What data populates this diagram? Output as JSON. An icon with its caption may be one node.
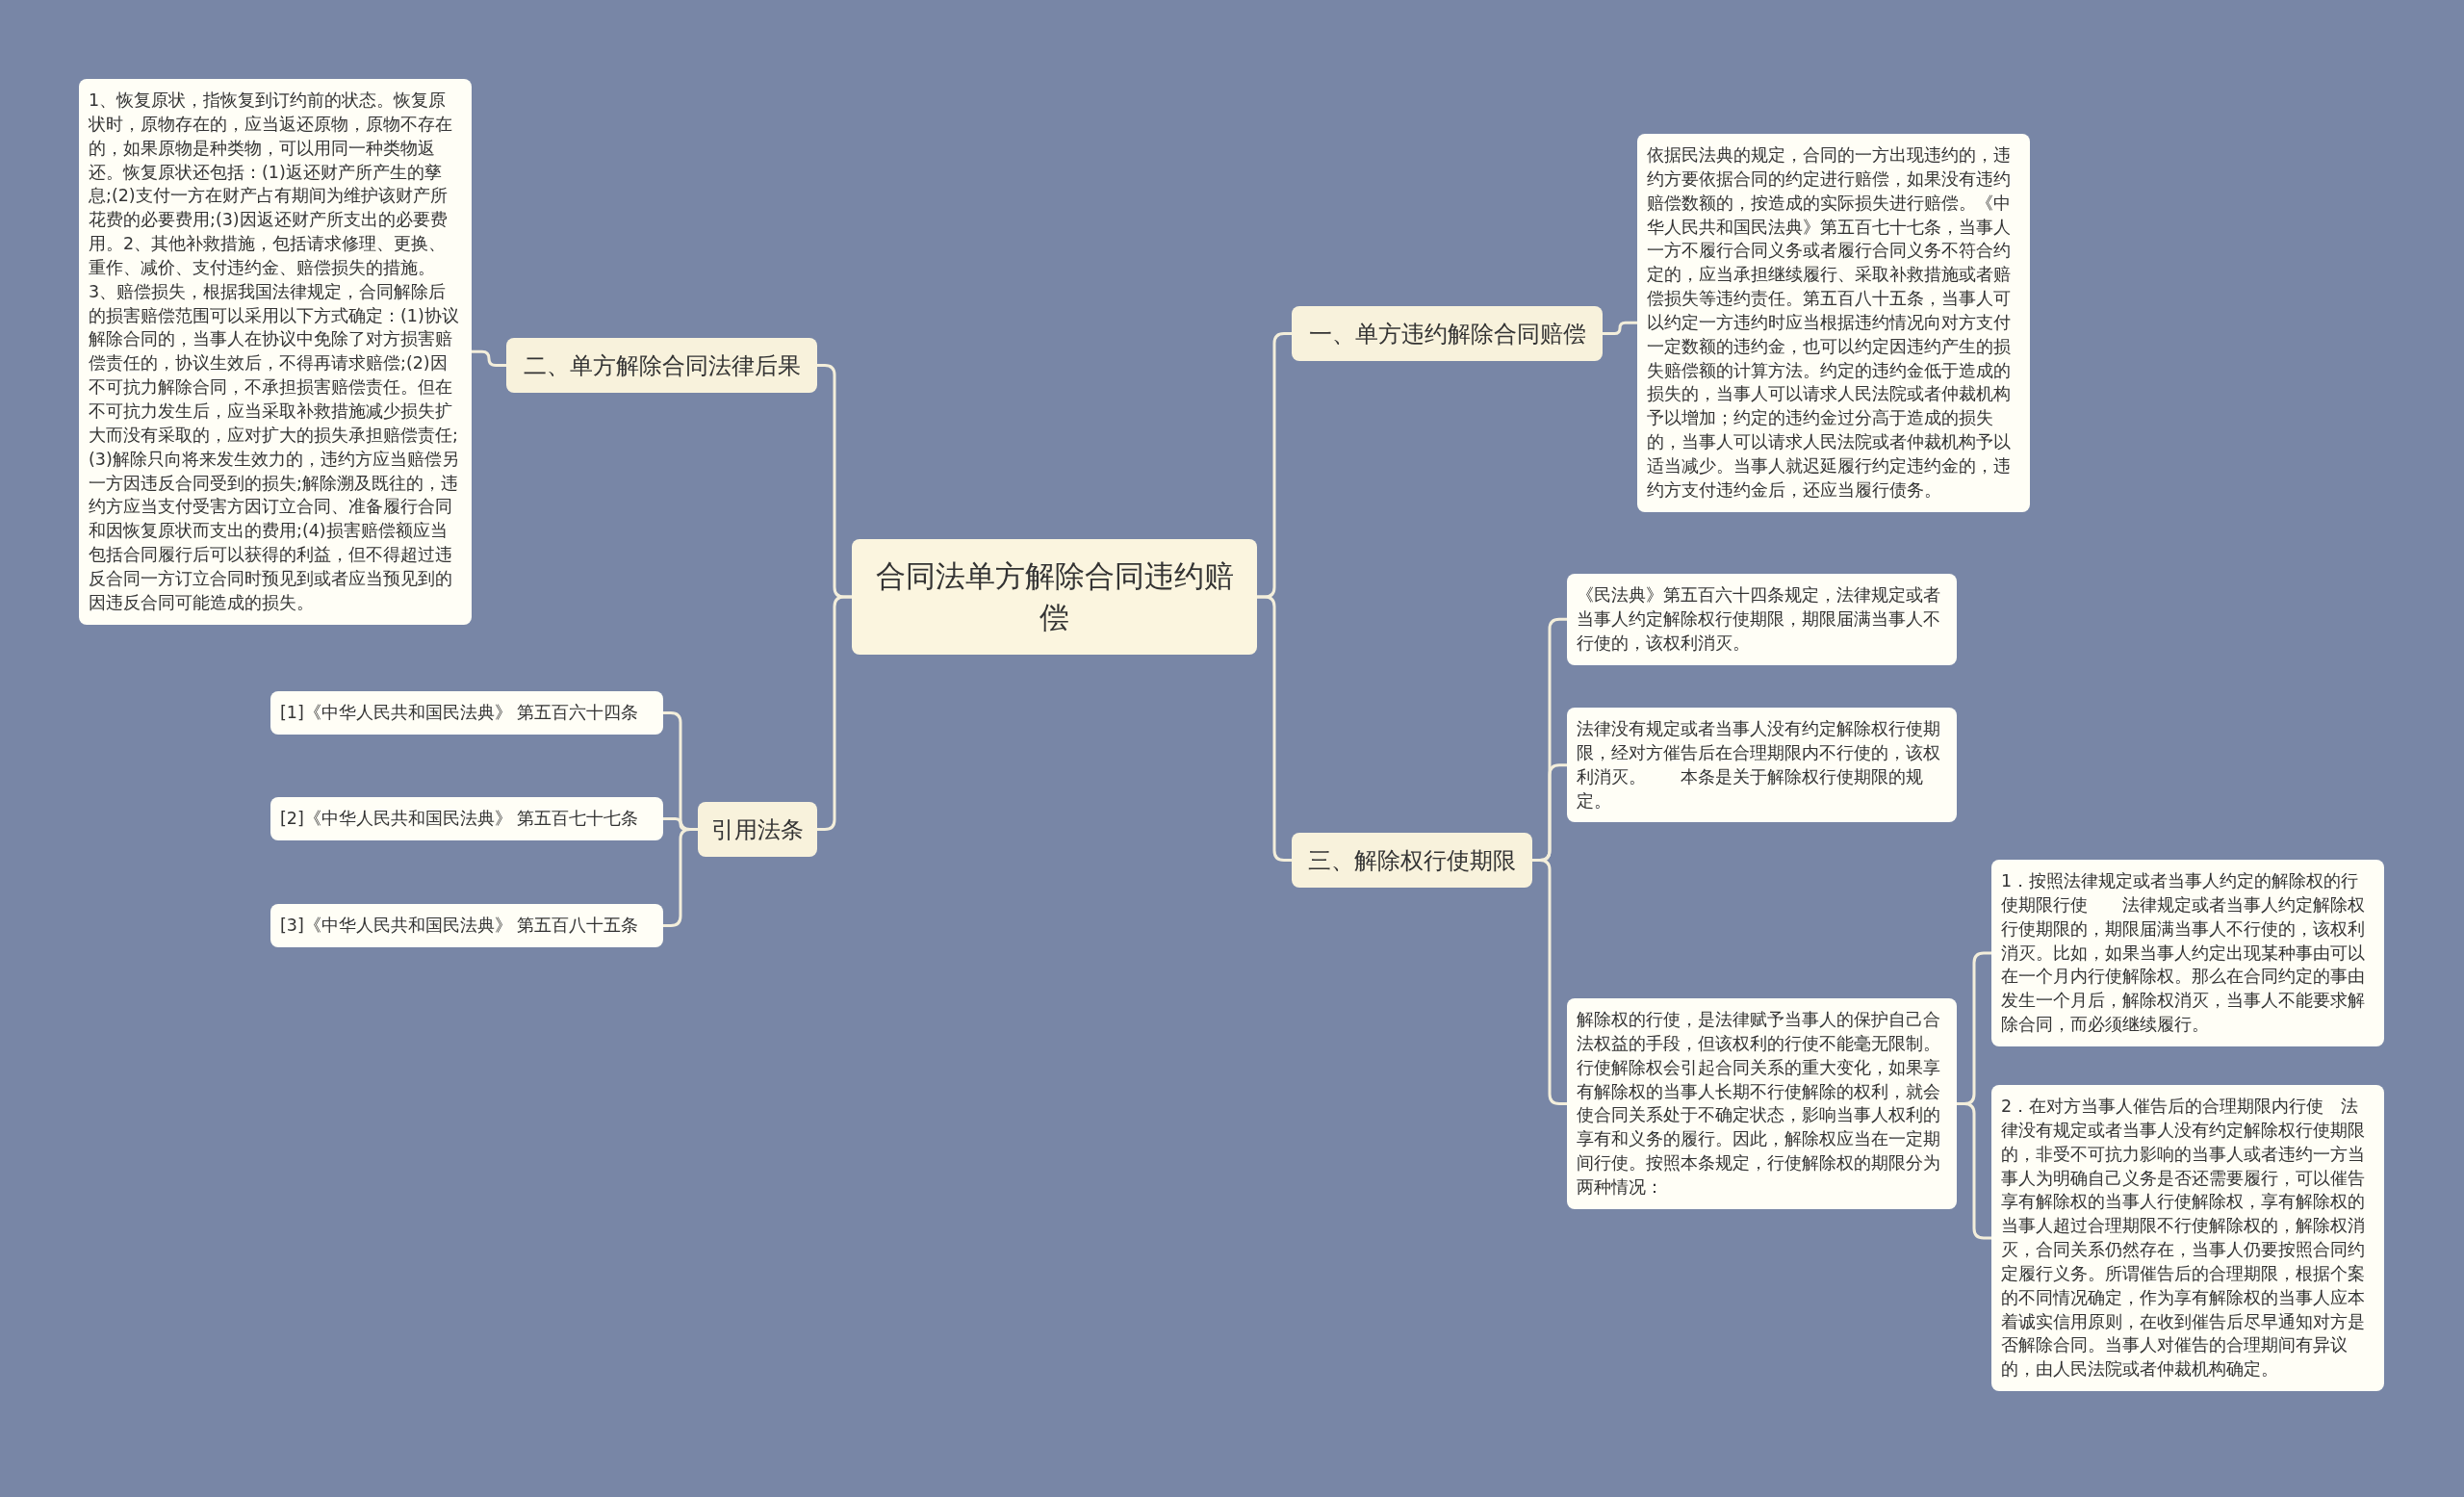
{
  "diagram": {
    "nodes": [
      {
        "text": [
          "合同法单方解除合同违约赔偿"
        ]
      },
      {
        "text": [
          "一、单方违约解除合同赔偿"
        ]
      },
      {
        "text": [
          "依据民法典的规定，合同的一方出现违约的，违约方要依据合同的约定进行赔偿，如果没有违约赔偿数额的，按造成的实际损失进行赔偿。《中华人民共和国民法典》第五百七十七条，当事人一方不履行合同义务或者履行合同义务不符合约定的，应当承担继续履行、采取补救措施或者赔偿损失等违约责任。第五百八十五条，当事人可以约定一方违约时应当根据违约情况向对方支付一定数额的违约金，也可以约定因违约产生的损失赔偿额的计算方法。约定的违约金低于造成的损失的，当事人可以请求人民法院或者仲裁机构予以增加；约定的违约金过分高于造成的损失的，当事人可以请求人民法院或者仲裁机构予以适当减少。当事人就迟延履行约定违约金的，违约方支付违约金后，还应当履行债务。"
        ]
      },
      {
        "text": [
          "二、单方解除合同法律后果"
        ]
      },
      {
        "text": [
          "1、恢复原状，指恢复到订约前的状态。恢复原状时，原物存在的，应当返还原物，原物不存在的，如果原物是种类物，可以用同一种类物返还。恢复原状还包括：(1)返还财产所产生的孳息;(2)支付一方在财产占有期间为维护该财产所花费的必要费用;(3)因返还财产所支出的必要费用。2、其他补救措施，包括请求修理、更换、重作、减价、支付违约金、赔偿损失的措施。3、赔偿损失，根据我国法律规定，合同解除后的损害赔偿范围可以采用以下方式确定：(1)协议解除合同的，当事人在协议中免除了对方损害赔偿责任的，协议生效后，不得再请求赔偿;(2)因不可抗力解除合同，不承担损害赔偿责任。但在不可抗力发生后，应当采取补救措施减少损失扩大而没有采取的，应对扩大的损失承担赔偿责任;(3)解除只向将来发生效力的，违约方应当赔偿另一方因违反合同受到的损失;解除溯及既往的，违约方应当支付受害方因订立合同、准备履行合同和因恢复原状而支出的费用;(4)损害赔偿额应当包括合同履行后可以获得的利益，但不得超过违反合同一方订立合同时预见到或者应当预见到的因违反合同可能造成的损失。"
        ]
      },
      {
        "text": [
          "引用法条"
        ]
      },
      {
        "text": [
          "[1]《中华人民共和国民法典》 第五百六十四条"
        ]
      },
      {
        "text": [
          "[2]《中华人民共和国民法典》 第五百七十七条"
        ]
      },
      {
        "text": [
          "[3]《中华人民共和国民法典》 第五百八十五条"
        ]
      },
      {
        "text": [
          "三、解除权行使期限"
        ]
      },
      {
        "text": [
          "《民法典》第五百六十四条规定，法律规定或者当事人约定解除权行使期限，期限届满当事人不行使的，该权利消灭。"
        ]
      },
      {
        "text": [
          "法律没有规定或者当事人没有约定解除权行使期限，经对方催告后在合理期限内不行使的，该权利消灭。　　本条是关于解除权行使期限的规定。"
        ]
      },
      {
        "text": [
          "解除权的行使，是法律赋予当事人的保护自己合法权益的手段，但该权利的行使不能毫无限制。行使解除权会引起合同关系的重大变化，如果享有解除权的当事人长期不行使解除的权利，就会使合同关系处于不确定状态，影响当事人权利的享有和义务的履行。因此，解除权应当在一定期间行使。按照本条规定，行使解除权的期限分为两种情况："
        ]
      },
      {
        "text": [
          "1．按照法律规定或者当事人约定的解除权的行使期限行使　　法律规定或者当事人约定解除权行使期限的，期限届满当事人不行使的，该权利消灭。比如，如果当事人约定出现某种事由可以在一个月内行使解除权。那么在合同约定的事由发生一个月后，解除权消灭，当事人不能要求解除合同，而必须继续履行。"
        ]
      },
      {
        "text": [
          "2．在对方当事人催告后的合理期限内行使　法律没有规定或者当事人没有约定解除权行使期限的，非受不可抗力影响的当事人或者违约一方当事人为明确自己义务是否还需要履行，可以催告享有解除权的当事人行使解除权，享有解除权的当事人超过合理期限不行使解除权的，解除权消灭，合同关系仍然存在，当事人仍要按照合同约定履行义务。所谓催告后的合理期限，根据个案的不同情况确定，作为享有解除权的当事人应本着诚实信用原则，在收到催告后尽早通知对方是否解除合同。当事人对催告的合理期间有异议的，由人民法院或者仲裁机构确定。"
        ]
      }
    ],
    "edges": [
      {
        "from": 0,
        "to": 1,
        "arrow": "none"
      },
      {
        "from": 1,
        "to": 2,
        "arrow": "none"
      },
      {
        "from": 0,
        "to": 3,
        "arrow": "none"
      },
      {
        "from": 3,
        "to": 4,
        "arrow": "none"
      },
      {
        "from": 0,
        "to": 5,
        "arrow": "none"
      },
      {
        "from": 5,
        "to": 6,
        "arrow": "none"
      },
      {
        "from": 5,
        "to": 7,
        "arrow": "none"
      },
      {
        "from": 5,
        "to": 8,
        "arrow": "none"
      },
      {
        "from": 0,
        "to": 9,
        "arrow": "none"
      },
      {
        "from": 9,
        "to": 10,
        "arrow": "none"
      },
      {
        "from": 9,
        "to": 11,
        "arrow": "none"
      },
      {
        "from": 9,
        "to": 12,
        "arrow": "none"
      },
      {
        "from": 12,
        "to": 13,
        "arrow": "none"
      },
      {
        "from": 12,
        "to": 14,
        "arrow": "none"
      }
    ]
  }
}
